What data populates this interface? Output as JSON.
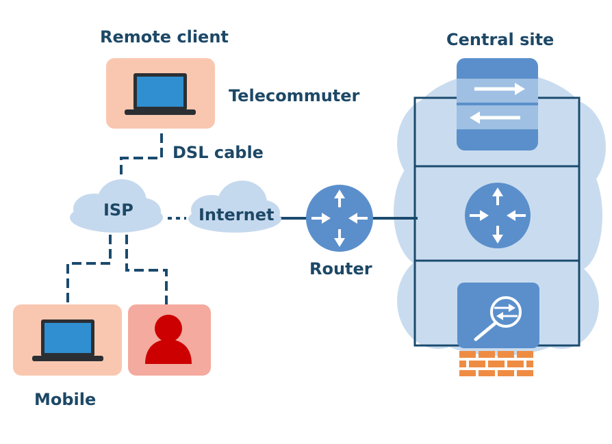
{
  "labels": {
    "remote_client": "Remote client",
    "telecommuter": "Telecommuter",
    "dsl_cable": "DSL cable",
    "isp": "ISP",
    "internet": "Internet",
    "router": "Router",
    "central_site": "Central site",
    "mobile": "Mobile"
  },
  "colors": {
    "text": "#1d4866",
    "line": "#1a4a6e",
    "cloud": "#c5d9ee",
    "router_fill": "#5b8fcb",
    "device_box": "#f9c7b0",
    "user_box": "#f4aa9e",
    "user_icon": "#cc0000",
    "brick": "#ef8c43"
  },
  "icons": [
    "laptop-icon",
    "user-icon",
    "router-icon",
    "switch-icon",
    "firewall-icon",
    "cloud-icon"
  ]
}
